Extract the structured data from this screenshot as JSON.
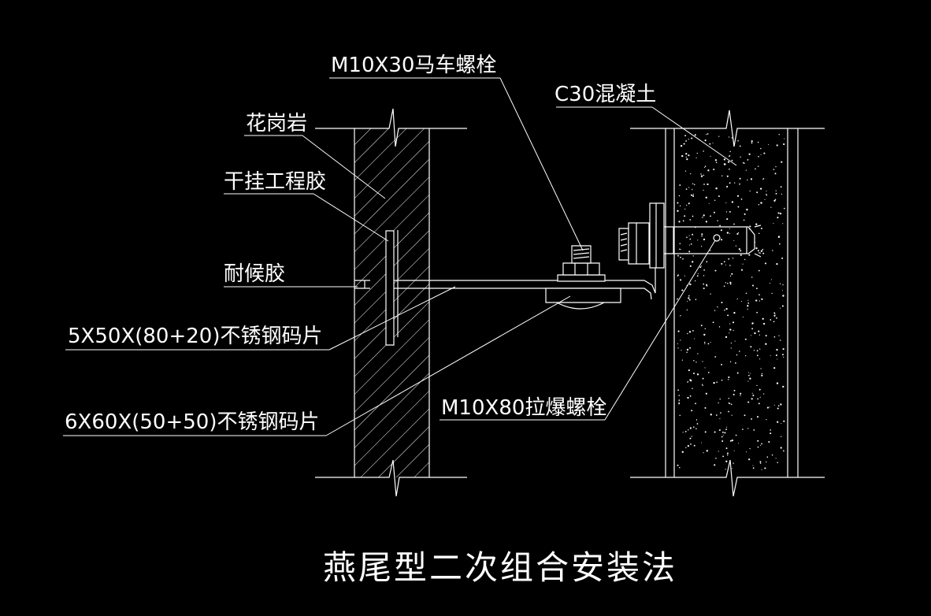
{
  "title": "燕尾型二次组合安装法",
  "labels": {
    "bolt_m10x30": "M10X30马车螺栓",
    "concrete_c30": "C30混凝土",
    "granite": "花岗岩",
    "dry_hang_glue": "干挂工程胶",
    "weather_glue": "耐候胶",
    "clip_5x50": "5X50X(80+20)不锈钢码片",
    "clip_6x60": "6X60X(50+50)不锈钢码片",
    "bolt_m10x80": "M10X80拉爆螺栓"
  },
  "colors": {
    "background": "#000000",
    "lines": "#ffffff"
  }
}
